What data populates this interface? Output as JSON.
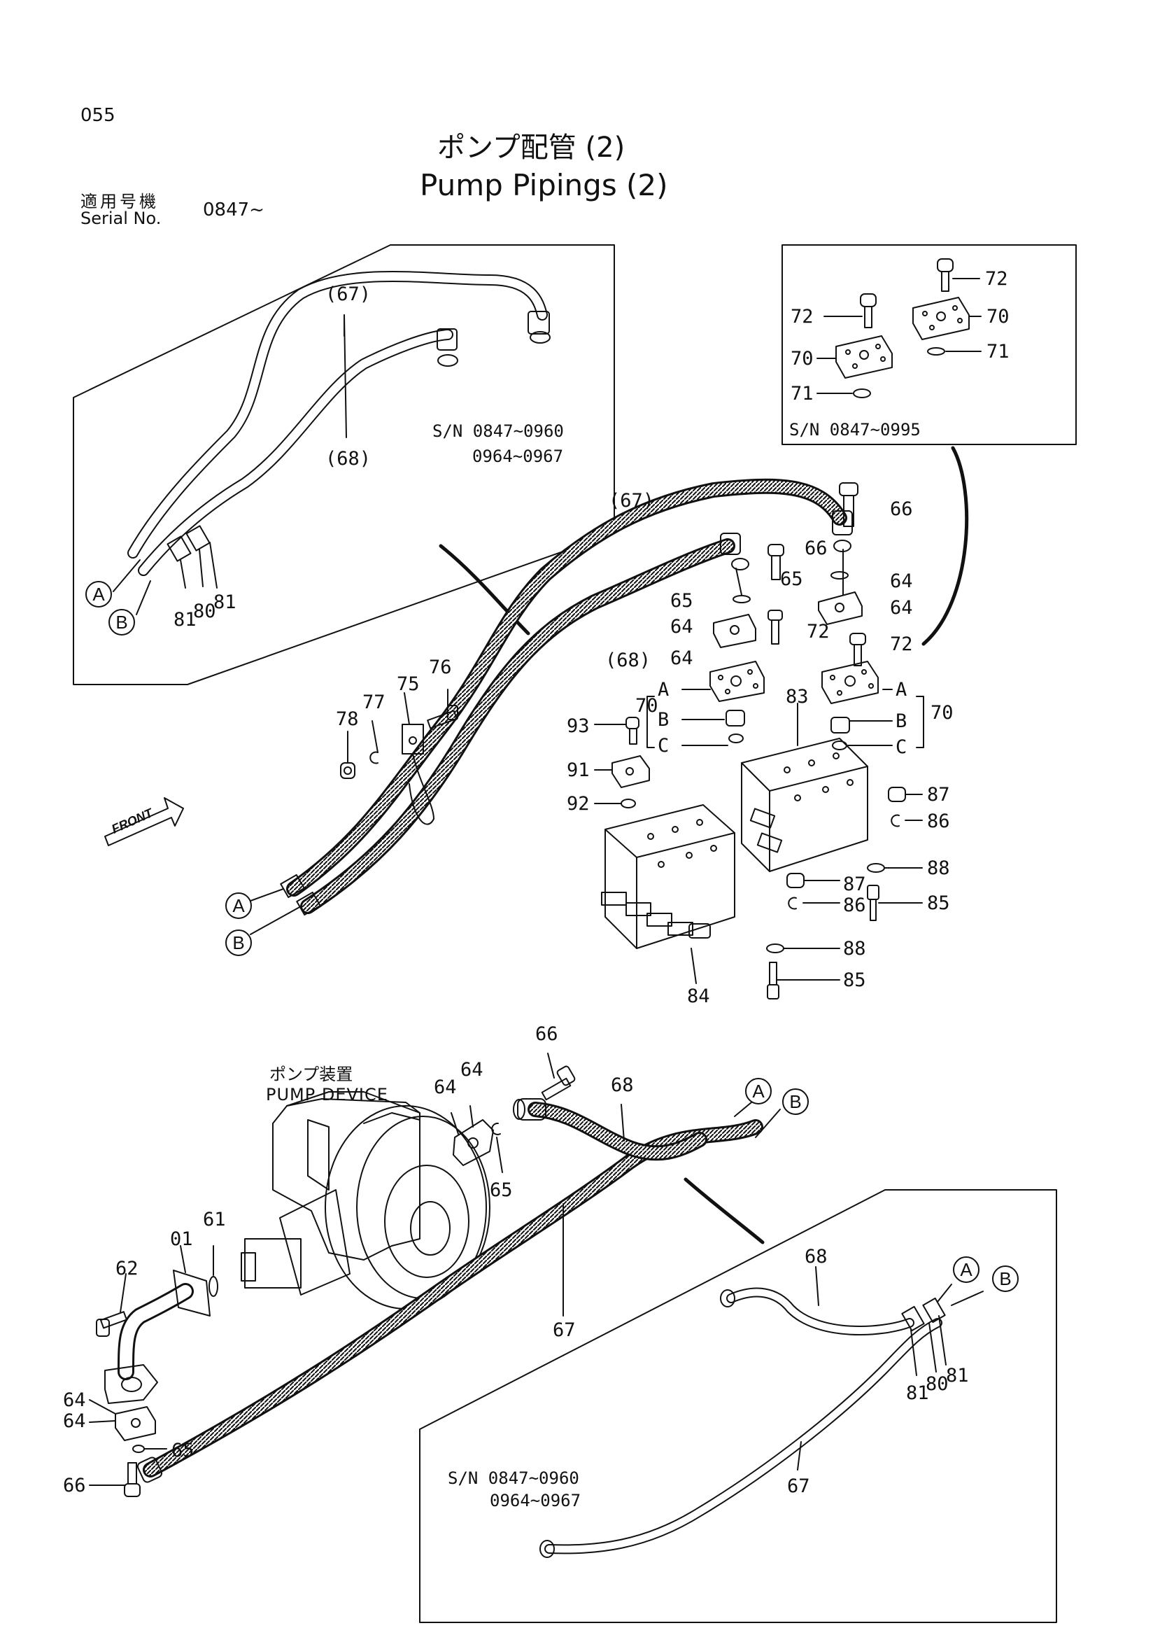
{
  "page_number": "055",
  "title_jp": "ポンプ配管 (2)",
  "title_en": "Pump Pipings (2)",
  "serial_label_jp": "適用号機",
  "serial_label_en": "Serial No.",
  "serial_range": "0847~",
  "inset_topleft": {
    "sn_line1": "S/N 0847~0960",
    "sn_line2": "0964~0967"
  },
  "inset_topright": {
    "sn": "S/N 0847~0995"
  },
  "inset_bottom": {
    "sn_line1": "S/N 0847~0960",
    "sn_line2": "0964~0967"
  },
  "pump_label_jp": "ポンプ装置",
  "pump_label_en": "PUMP DEVICE",
  "front_label": "FRONT",
  "callouts": {
    "A": "A",
    "B": "B",
    "C": "C",
    "p01": "01",
    "p61": "61",
    "p62": "62",
    "p64": "64",
    "p65": "65",
    "p66": "66",
    "p67": "67",
    "p67p": "(67)",
    "p68": "68",
    "p68p": "(68)",
    "p70": "70",
    "p71": "71",
    "p72": "72",
    "p75": "75",
    "p76": "76",
    "p77": "77",
    "p78": "78",
    "p80": "80",
    "p81": "81",
    "p83": "83",
    "p84": "84",
    "p85": "85",
    "p86": "86",
    "p87": "87",
    "p88": "88",
    "p91": "91",
    "p92": "92",
    "p93": "93"
  }
}
